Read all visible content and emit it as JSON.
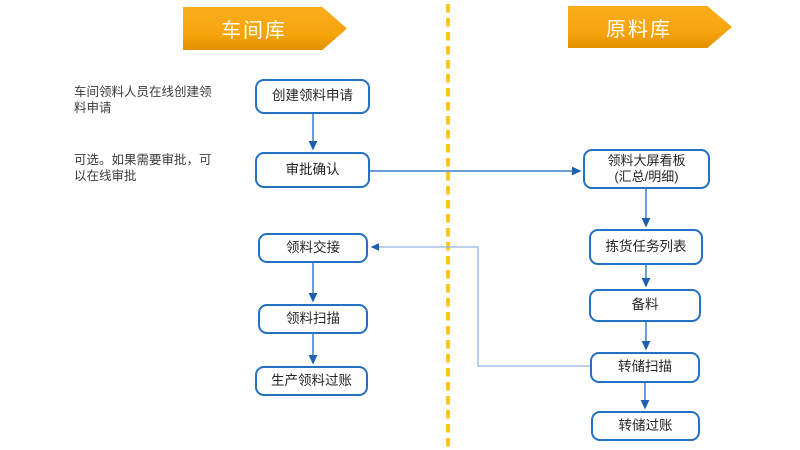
{
  "slide": {
    "type": "swimlane-flowchart",
    "background": "#FFFFFF"
  },
  "colors": {
    "banner_orange": "#F6A40C",
    "banner_orange_dark": "#E29200",
    "divider_yellow": "#FFC000",
    "box_border_blue": "#2470C2",
    "connector_blue": "#3E7CC0",
    "connector_light_blue": "#93B5E2",
    "arrowhead_blue": "#1F5FAF",
    "text_dark": "#262626"
  },
  "banners": {
    "workshop": "车间库",
    "raw": "原料库"
  },
  "annotations": {
    "create": "车间领料人员在线创建领料申请",
    "approve": "可选。如果需要审批，可以在线审批"
  },
  "nodes": {
    "workshop": [
      "创建领料申请",
      "审批确认",
      "领料交接",
      "领料扫描",
      "生产领料过账"
    ],
    "raw": [
      "领料大屏看板\n(汇总/明细)",
      "拣货任务列表",
      "备料",
      "转储扫描",
      "转储过账"
    ]
  },
  "edges": [
    {
      "from": "创建领料申请",
      "to": "审批确认"
    },
    {
      "from": "审批确认",
      "to": "领料大屏看板(汇总/明细)"
    },
    {
      "from": "领料大屏看板(汇总/明细)",
      "to": "拣货任务列表"
    },
    {
      "from": "拣货任务列表",
      "to": "备料"
    },
    {
      "from": "备料",
      "to": "转储扫描"
    },
    {
      "from": "转储扫描",
      "to": "转储过账"
    },
    {
      "from": "转储扫描",
      "to": "领料交接"
    },
    {
      "from": "领料交接",
      "to": "领料扫描"
    },
    {
      "from": "领料扫描",
      "to": "生产领料过账"
    }
  ]
}
